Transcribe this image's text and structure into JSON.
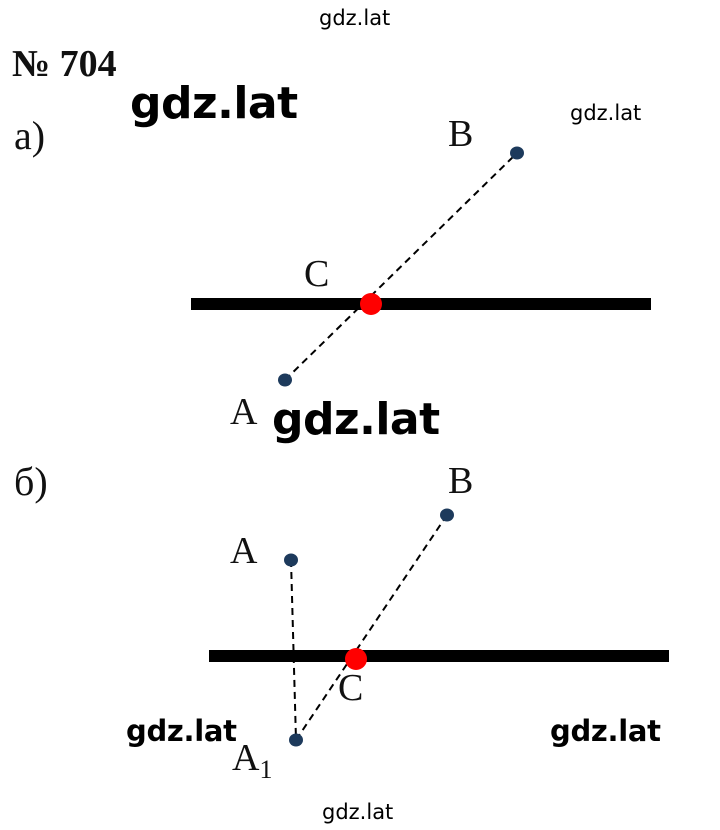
{
  "problem": {
    "number": "№ 704"
  },
  "parts": [
    {
      "label": "а)",
      "points": {
        "A": "A",
        "B": "B",
        "C": "C"
      }
    },
    {
      "label": "б)",
      "points": {
        "A": "A",
        "B": "B",
        "C": "C",
        "A1_base": "A",
        "A1_sub": "1"
      }
    }
  ],
  "watermark": "gdz.lat",
  "colors": {
    "line": "#000000",
    "point": "#1d3a5c",
    "intersection": "#ff0000"
  }
}
